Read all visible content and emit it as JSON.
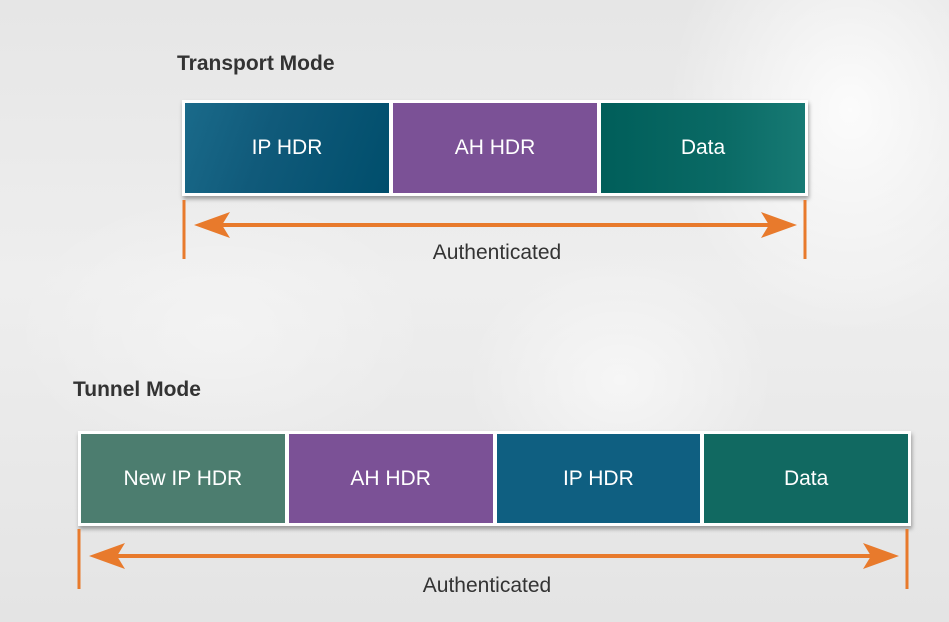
{
  "colors": {
    "arrow": "#e87a2c",
    "ip_hdr": "#0f5f81",
    "ah_hdr": "#7b5196",
    "data": "#116961",
    "new_ip_hdr": "#4c7d6f",
    "title_text": "#333333"
  },
  "transport": {
    "title": "Transport Mode",
    "segments": [
      {
        "label": "IP HDR"
      },
      {
        "label": "AH HDR"
      },
      {
        "label": "Data"
      }
    ],
    "auth_label": "Authenticated"
  },
  "tunnel": {
    "title": "Tunnel Mode",
    "segments": [
      {
        "label": "New IP HDR"
      },
      {
        "label": "AH HDR"
      },
      {
        "label": "IP HDR"
      },
      {
        "label": "Data"
      }
    ],
    "auth_label": "Authenticated"
  }
}
